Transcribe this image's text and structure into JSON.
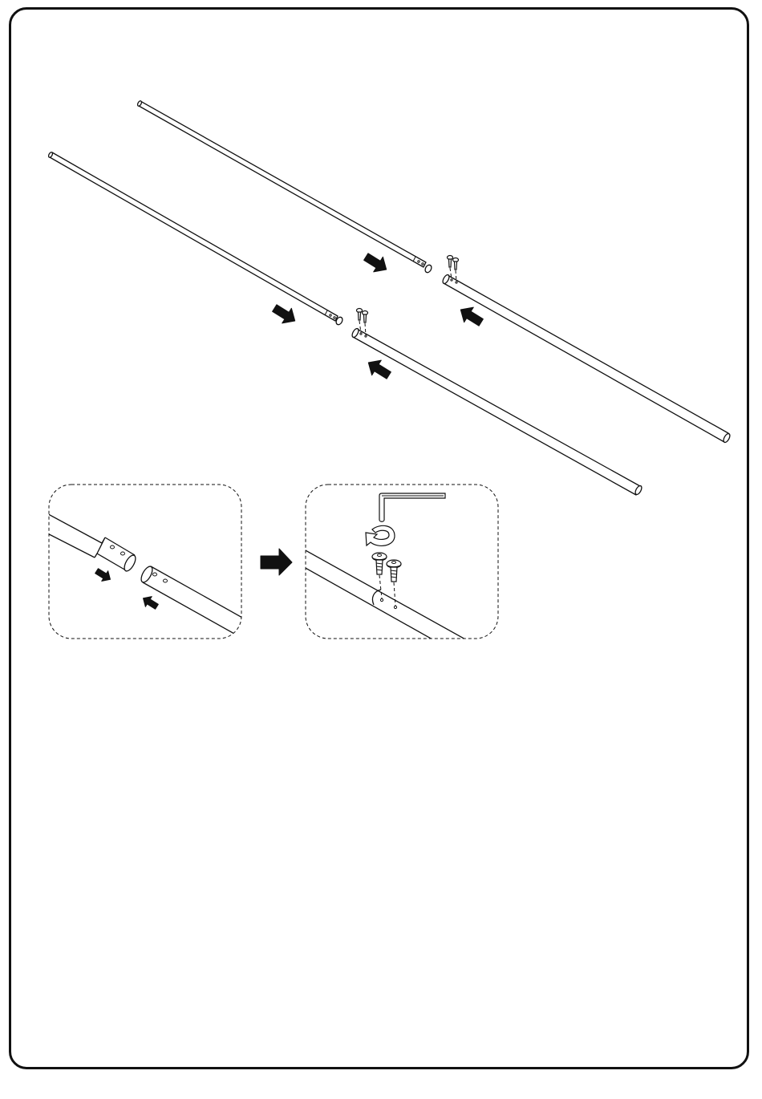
{
  "diagram": {
    "frame_color": "#111111",
    "background": "#ffffff",
    "steps": [
      {
        "id": "main-view",
        "parts": [
          "rod-segment",
          "rod-segment",
          "rod-segment",
          "rod-segment",
          "screw",
          "screw",
          "screw",
          "screw"
        ]
      },
      {
        "id": "detail-insert",
        "action": "push-together"
      },
      {
        "id": "detail-fasten",
        "tool": "hex-key",
        "motion": "rotate",
        "fasteners": 2
      }
    ],
    "icons": [
      "push-arrow-icon",
      "screw-icon",
      "hex-key-icon",
      "rotate-arrow-icon",
      "next-step-arrow-icon"
    ]
  }
}
